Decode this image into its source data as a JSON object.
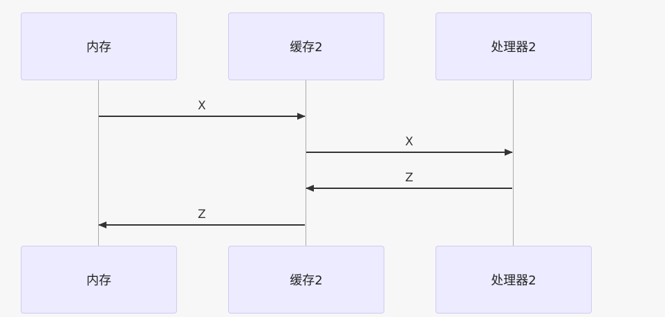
{
  "diagram": {
    "participants": [
      {
        "id": "mem",
        "label": "内存"
      },
      {
        "id": "cache2",
        "label": "缓存2"
      },
      {
        "id": "cpu2",
        "label": "处理器2"
      }
    ],
    "messages": [
      {
        "from": "mem",
        "to": "cache2",
        "label": "X"
      },
      {
        "from": "cache2",
        "to": "cpu2",
        "label": "X"
      },
      {
        "from": "cpu2",
        "to": "cache2",
        "label": "Z"
      },
      {
        "from": "cache2",
        "to": "mem",
        "label": "Z"
      }
    ]
  }
}
